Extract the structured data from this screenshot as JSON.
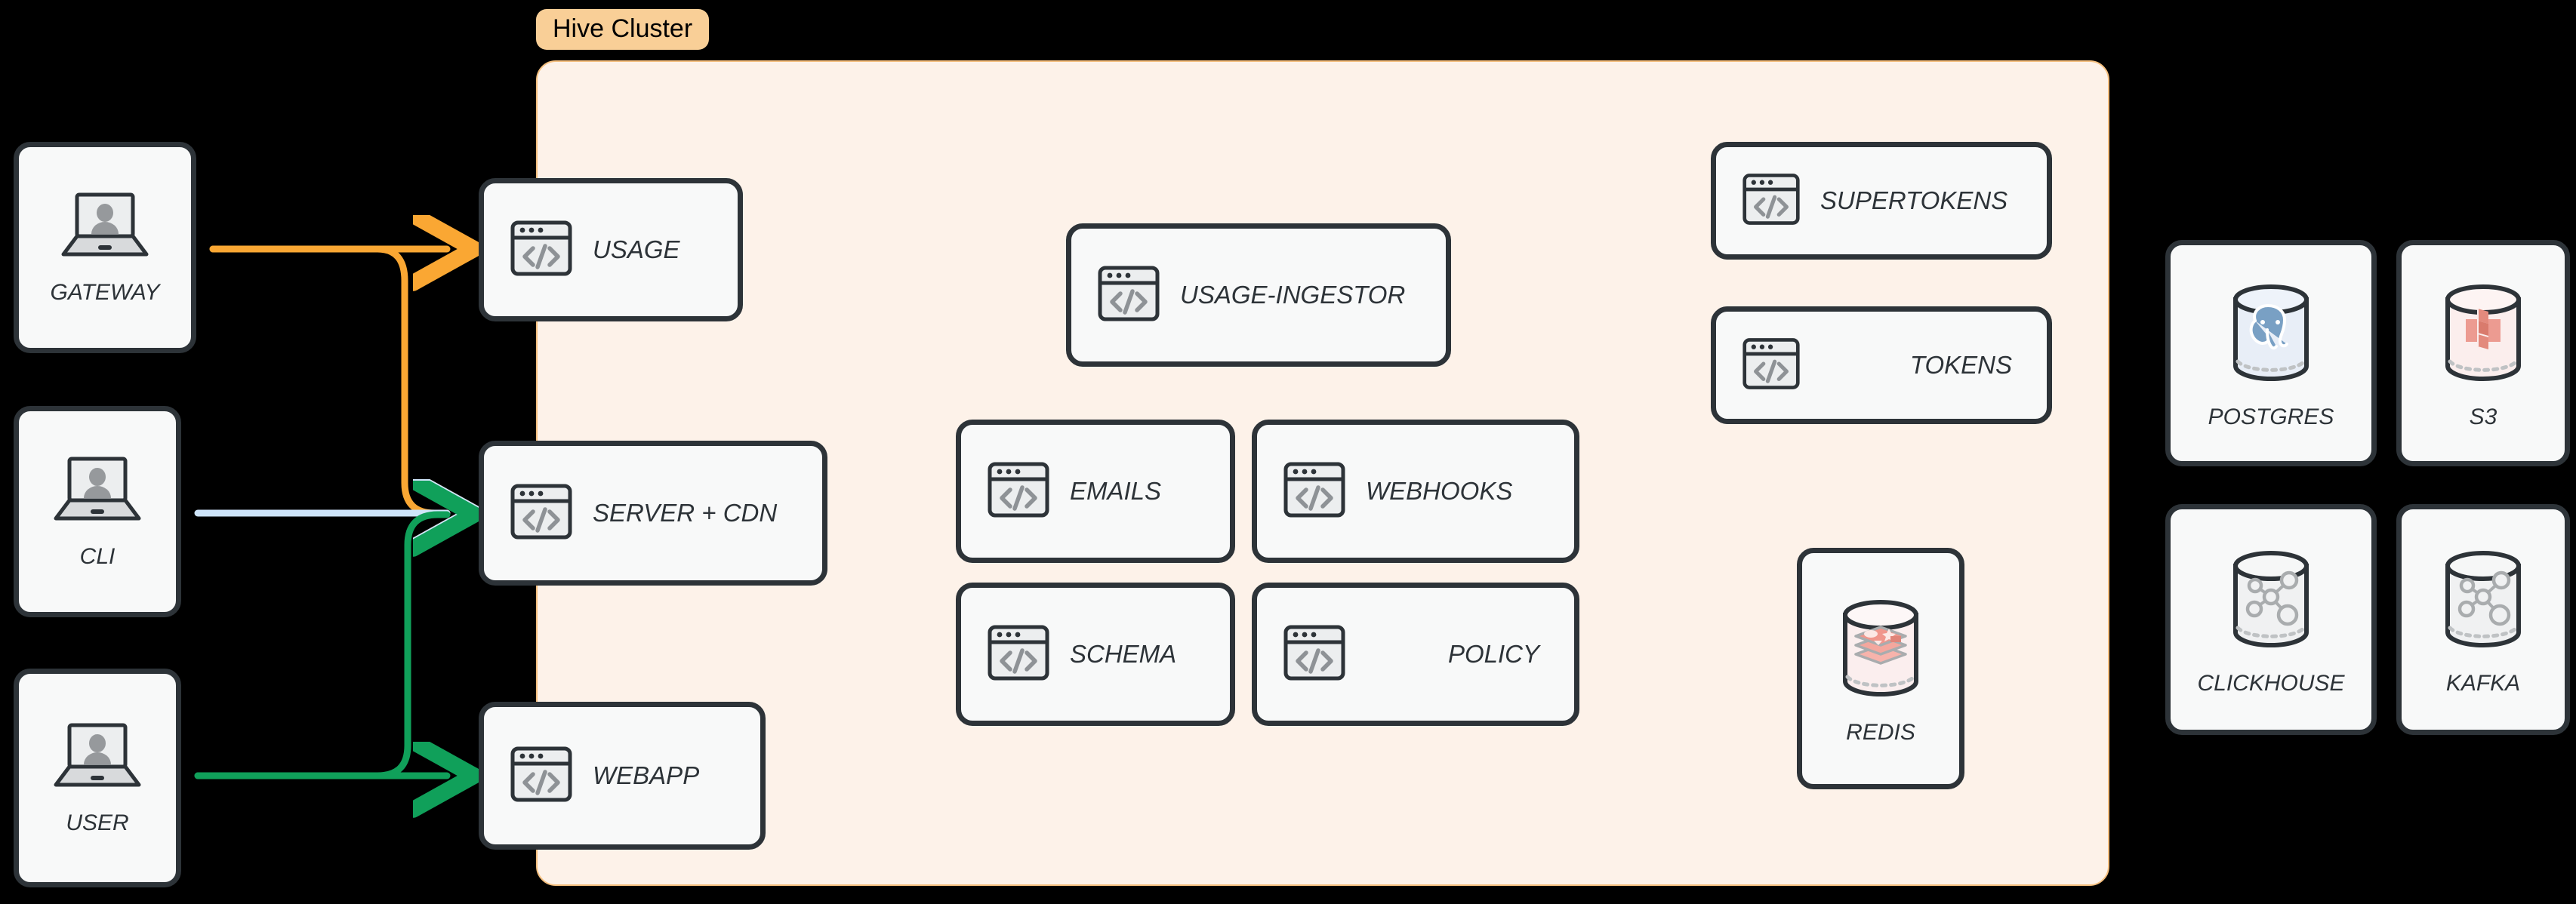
{
  "cluster": {
    "badge_label": "Hive Cluster",
    "badge_bg": "#f9cf97",
    "panel_bg": "#fdf2e9",
    "panel_border": "#f5bf7e"
  },
  "colors": {
    "background": "#000000",
    "card_bg": "#f8f9f9",
    "card_border": "#2d3338",
    "wire_gateway": "#faa733",
    "wire_cli": "#cfe5fa",
    "wire_user": "#10a05a",
    "icon_gray": "#8e9296",
    "postgres_blue": "#79a0c4",
    "s3_red": "#e38a7d",
    "redis_red": "#ed8b82"
  },
  "clients": [
    {
      "label": "GATEWAY",
      "icon": "laptop-user-icon"
    },
    {
      "label": "CLI",
      "icon": "laptop-user-icon"
    },
    {
      "label": "USER",
      "icon": "laptop-user-icon"
    }
  ],
  "edge_services": [
    {
      "label": "USAGE",
      "icon": "code-window-icon"
    },
    {
      "label": "SERVER + CDN",
      "icon": "code-window-icon"
    },
    {
      "label": "WEBAPP",
      "icon": "code-window-icon"
    }
  ],
  "core_services": [
    {
      "label": "USAGE-INGESTOR",
      "icon": "code-window-icon"
    },
    {
      "label": "EMAILS",
      "icon": "code-window-icon"
    },
    {
      "label": "WEBHOOKS",
      "icon": "code-window-icon"
    },
    {
      "label": "SCHEMA",
      "icon": "code-window-icon"
    },
    {
      "label": "POLICY",
      "icon": "code-window-icon"
    }
  ],
  "auth_services": [
    {
      "label": "SUPERTOKENS",
      "icon": "code-window-icon"
    },
    {
      "label": "TOKENS",
      "icon": "code-window-icon"
    }
  ],
  "cluster_datastores": [
    {
      "label": "REDIS",
      "icon": "redis-database-icon"
    }
  ],
  "external_datastores": [
    {
      "label": "POSTGRES",
      "icon": "postgres-database-icon"
    },
    {
      "label": "S3",
      "icon": "s3-database-icon"
    },
    {
      "label": "CLICKHOUSE",
      "icon": "graph-database-icon"
    },
    {
      "label": "KAFKA",
      "icon": "graph-database-icon"
    }
  ],
  "connections": [
    {
      "from": "GATEWAY",
      "to": "USAGE",
      "color": "#faa733"
    },
    {
      "from": "GATEWAY",
      "to": "SERVER + CDN",
      "color": "#faa733"
    },
    {
      "from": "CLI",
      "to": "SERVER + CDN",
      "color": "#cfe5fa"
    },
    {
      "from": "USER",
      "to": "SERVER + CDN",
      "color": "#10a05a"
    },
    {
      "from": "USER",
      "to": "WEBAPP",
      "color": "#10a05a"
    }
  ]
}
